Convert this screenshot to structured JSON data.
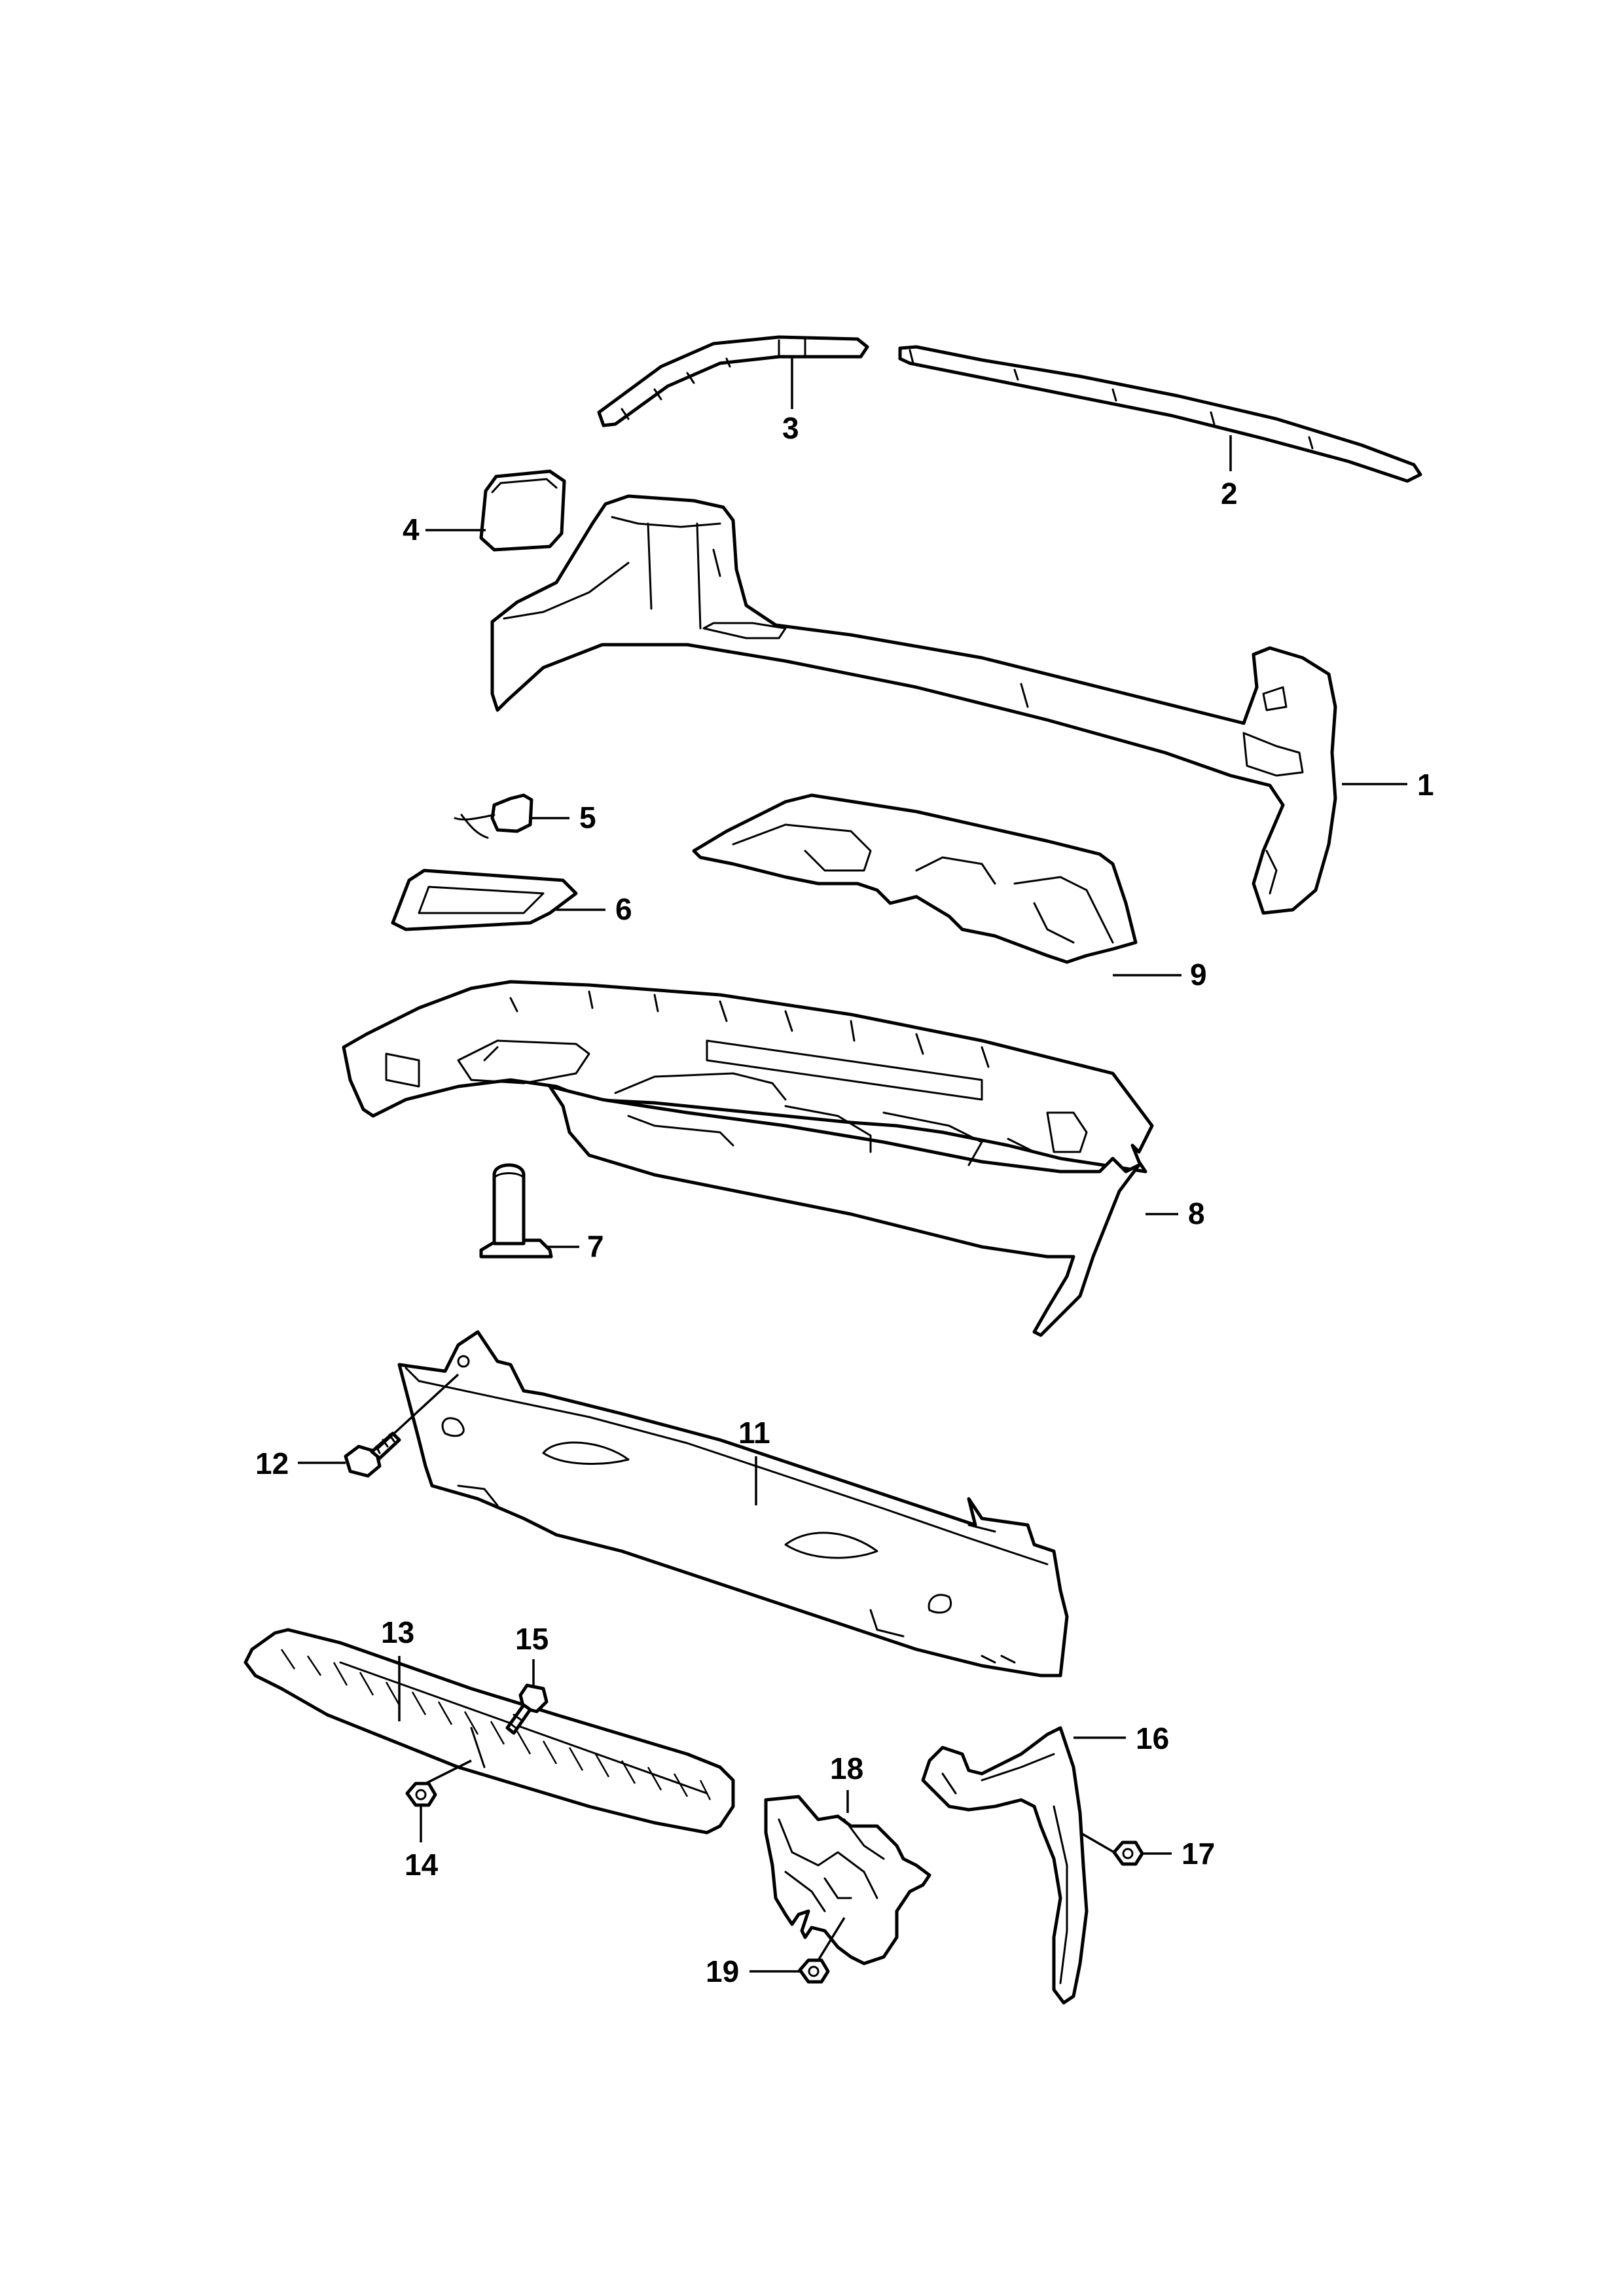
{
  "diagram": {
    "callouts": [
      {
        "id": "1",
        "label": "1"
      },
      {
        "id": "2",
        "label": "2"
      },
      {
        "id": "3",
        "label": "3"
      },
      {
        "id": "4",
        "label": "4"
      },
      {
        "id": "5",
        "label": "5"
      },
      {
        "id": "6",
        "label": "6"
      },
      {
        "id": "7",
        "label": "7"
      },
      {
        "id": "8",
        "label": "8"
      },
      {
        "id": "9",
        "label": "9"
      },
      {
        "id": "11",
        "label": "11"
      },
      {
        "id": "12",
        "label": "12"
      },
      {
        "id": "13",
        "label": "13"
      },
      {
        "id": "14",
        "label": "14"
      },
      {
        "id": "15",
        "label": "15"
      },
      {
        "id": "16",
        "label": "16"
      },
      {
        "id": "17",
        "label": "17"
      },
      {
        "id": "18",
        "label": "18"
      },
      {
        "id": "19",
        "label": "19"
      }
    ],
    "colors": {
      "line": "#000000",
      "background": "#ffffff"
    }
  }
}
